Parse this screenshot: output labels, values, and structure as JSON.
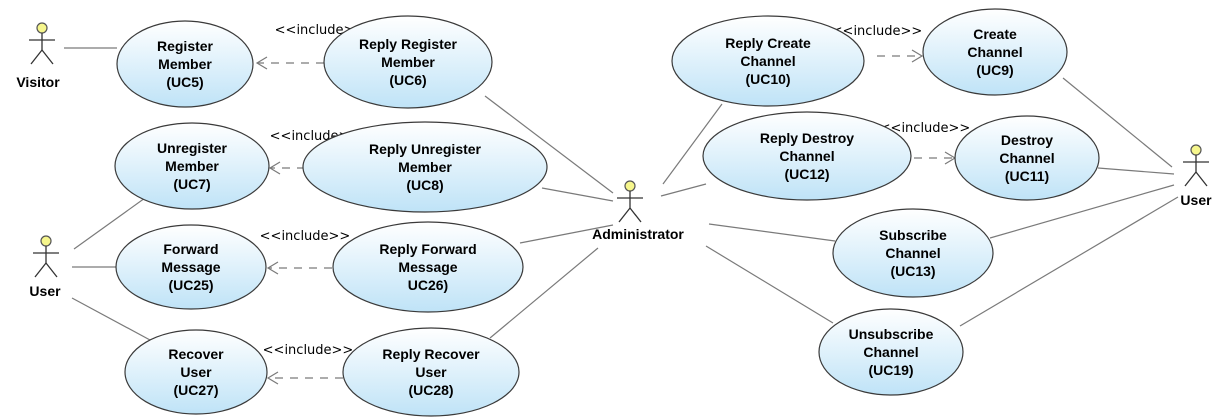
{
  "diagram": {
    "stereotype_label": "<<include>>",
    "colors": {
      "usecase_fill_light": "#ffffff",
      "usecase_fill_dark": "#bfe3f7",
      "actor_head": "#f6f68c",
      "line": "#7a7a7a"
    },
    "actors": [
      {
        "id": "visitor",
        "label": "Visitor"
      },
      {
        "id": "user_left",
        "label": "User"
      },
      {
        "id": "admin",
        "label": "Administrator"
      },
      {
        "id": "user_right",
        "label": "User"
      }
    ],
    "use_cases": [
      {
        "id": "uc5",
        "lines": [
          "Register",
          "Member",
          "(UC5)"
        ]
      },
      {
        "id": "uc6",
        "lines": [
          "Reply Register",
          "Member",
          "(UC6)"
        ]
      },
      {
        "id": "uc7",
        "lines": [
          "Unregister",
          "Member",
          "(UC7)"
        ]
      },
      {
        "id": "uc8",
        "lines": [
          "Reply Unregister",
          "Member",
          "(UC8)"
        ]
      },
      {
        "id": "uc25",
        "lines": [
          "Forward",
          "Message",
          "(UC25)"
        ]
      },
      {
        "id": "uc26",
        "lines": [
          "Reply Forward",
          "Message",
          "UC26)"
        ]
      },
      {
        "id": "uc27",
        "lines": [
          "Recover",
          "User",
          "(UC27)"
        ]
      },
      {
        "id": "uc28",
        "lines": [
          "Reply Recover",
          "User",
          "(UC28)"
        ]
      },
      {
        "id": "uc10",
        "lines": [
          "Reply Create",
          "Channel",
          "(UC10)"
        ]
      },
      {
        "id": "uc9",
        "lines": [
          "Create",
          "Channel",
          "(UC9)"
        ]
      },
      {
        "id": "uc12",
        "lines": [
          "Reply Destroy",
          "Channel",
          "(UC12)"
        ]
      },
      {
        "id": "uc11",
        "lines": [
          "Destroy",
          "Channel",
          "(UC11)"
        ]
      },
      {
        "id": "uc13",
        "lines": [
          "Subscribe",
          "Channel",
          "(UC13)"
        ]
      },
      {
        "id": "uc19",
        "lines": [
          "Unsubscribe",
          "Channel",
          "(UC19)"
        ]
      }
    ],
    "associations": [
      [
        "visitor",
        "uc5"
      ],
      [
        "user_left",
        "uc7"
      ],
      [
        "user_left",
        "uc25"
      ],
      [
        "user_left",
        "uc27"
      ],
      [
        "admin",
        "uc6"
      ],
      [
        "admin",
        "uc8"
      ],
      [
        "admin",
        "uc26"
      ],
      [
        "admin",
        "uc28"
      ],
      [
        "admin",
        "uc10"
      ],
      [
        "admin",
        "uc12"
      ],
      [
        "admin",
        "uc13"
      ],
      [
        "admin",
        "uc19"
      ],
      [
        "user_right",
        "uc9"
      ],
      [
        "user_right",
        "uc11"
      ],
      [
        "user_right",
        "uc13"
      ],
      [
        "user_right",
        "uc19"
      ]
    ],
    "includes": [
      {
        "from": "uc6",
        "to": "uc5"
      },
      {
        "from": "uc8",
        "to": "uc7"
      },
      {
        "from": "uc26",
        "to": "uc25"
      },
      {
        "from": "uc28",
        "to": "uc27"
      },
      {
        "from": "uc10",
        "to": "uc9"
      },
      {
        "from": "uc12",
        "to": "uc11"
      }
    ]
  }
}
